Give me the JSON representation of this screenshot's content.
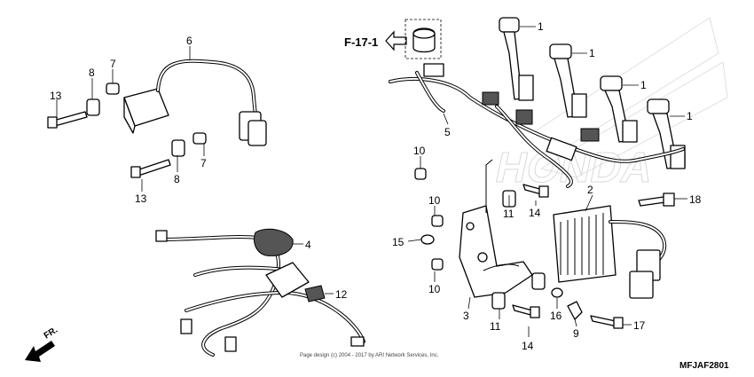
{
  "diagram": {
    "reference": "F-17-1",
    "diagram_code": "MFJAF2801",
    "front_label": "FR.",
    "copyright": "Page design (c) 2004 - 2017 by ARI Network Services, Inc.",
    "watermark_brand": "HONDA"
  },
  "callouts": {
    "p1a": "1",
    "p1b": "1",
    "p1c": "1",
    "p1d": "1",
    "p2": "2",
    "p3": "3",
    "p4": "4",
    "p5": "5",
    "p6": "6",
    "p7a": "7",
    "p7b": "7",
    "p8a": "8",
    "p8b": "8",
    "p9": "9",
    "p10a": "10",
    "p10b": "10",
    "p10c": "10",
    "p11a": "11",
    "p11b": "11",
    "p12": "12",
    "p13a": "13",
    "p13b": "13",
    "p14a": "14",
    "p14b": "14",
    "p15": "15",
    "p16": "16",
    "p17": "17",
    "p18": "18"
  }
}
